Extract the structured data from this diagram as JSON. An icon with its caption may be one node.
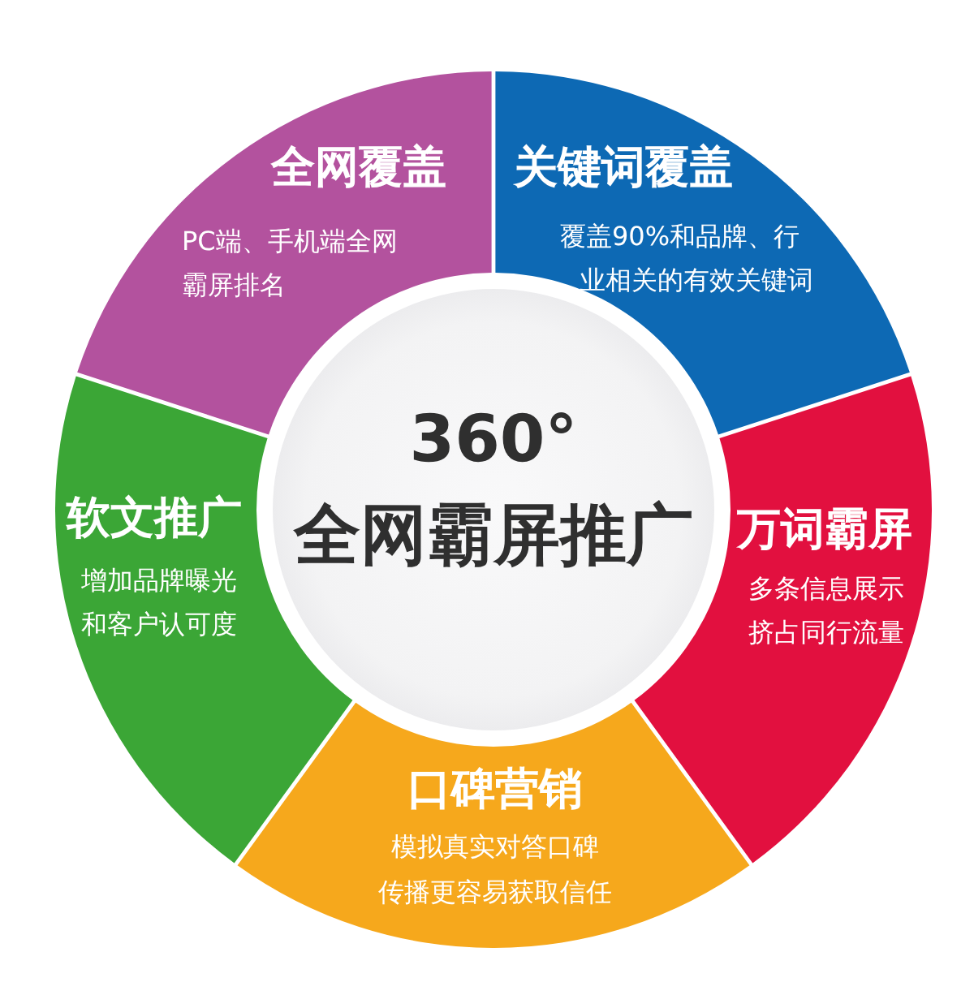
{
  "diagram": {
    "nodes": [
      {
        "text": [
          "360°",
          "全网霸屏推广"
        ]
      },
      {
        "text": [
          "全网覆盖",
          "PC端、手机端全网霸屏排名"
        ]
      },
      {
        "text": [
          "关键词覆盖",
          "覆盖90%和品牌、行业相关的有效关键词"
        ]
      },
      {
        "text": [
          "万词霸屏",
          "多条信息展示挤占同行流量"
        ]
      },
      {
        "text": [
          "口碑营销",
          "模拟真实对答口碑传播更容易获取信任"
        ]
      },
      {
        "text": [
          "软文推广",
          "增加品牌曝光和客户认可度"
        ]
      }
    ]
  }
}
